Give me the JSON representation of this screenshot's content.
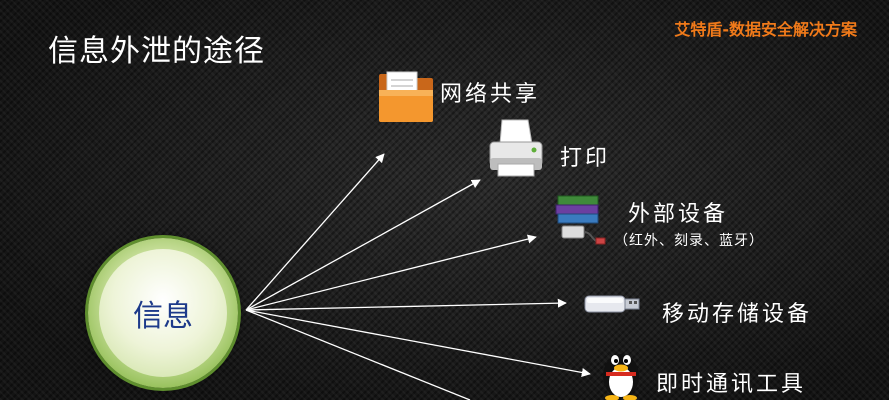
{
  "title": "信息外泄的途径",
  "brand": "艾特盾-数据安全解决方案",
  "center": {
    "label": "信息"
  },
  "channels": [
    {
      "label": "网络共享",
      "icon": "folder-icon"
    },
    {
      "label": "打印",
      "icon": "printer-icon"
    },
    {
      "label": "外部设备",
      "sub": "（红外、刻录、蓝牙）",
      "icon": "external-devices-icon"
    },
    {
      "label": "移动存储设备",
      "icon": "usb-drive-icon"
    },
    {
      "label": "即时通讯工具",
      "icon": "qq-penguin-icon"
    }
  ],
  "colors": {
    "brand": "#f07a1a",
    "circle_text": "#1d3a8a",
    "ray": "#ffffff"
  }
}
